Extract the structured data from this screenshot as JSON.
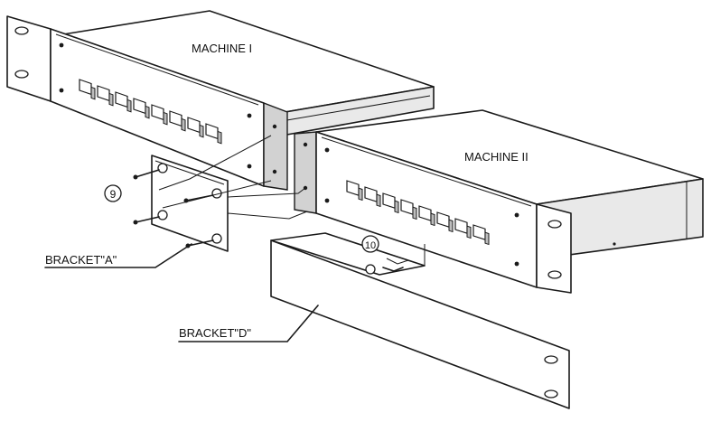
{
  "labels": {
    "machine_1": "MACHINE I",
    "machine_2": "MACHINE II",
    "bracket_a": "BRACKET\"A\"",
    "bracket_d": "BRACKET\"D\"",
    "callout_9": "9",
    "callout_10": "10"
  },
  "colors": {
    "line": "#1a1a1a",
    "background": "#ffffff",
    "shade": "#e9e9e9"
  }
}
